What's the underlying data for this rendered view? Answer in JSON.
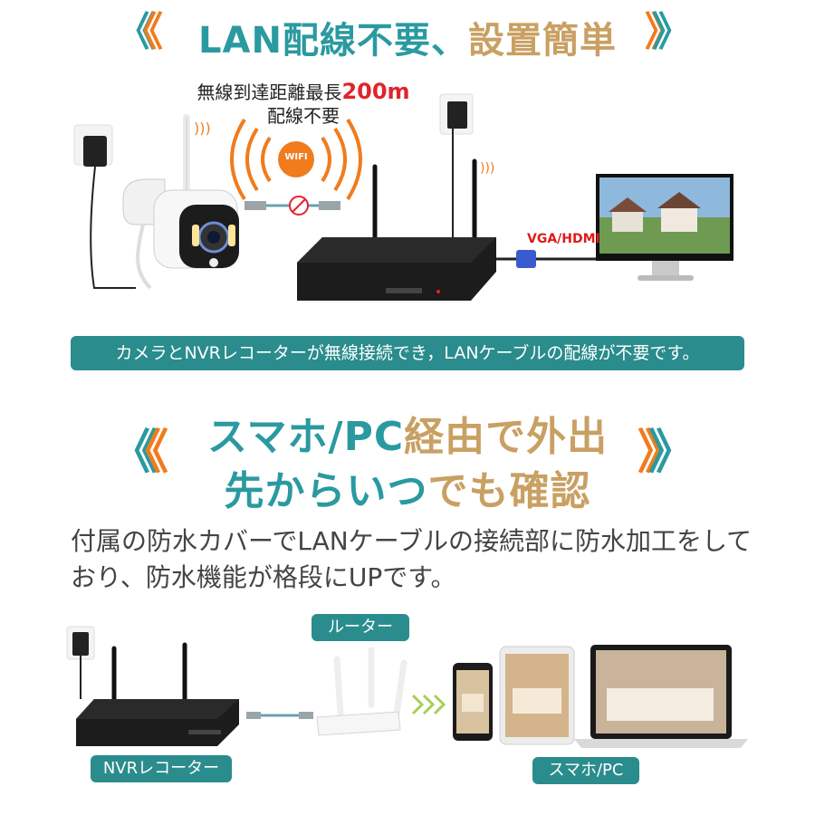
{
  "section1": {
    "title_part1": "LAN配線不要、",
    "title_part2": "設置簡単",
    "range_text": "無線到達距離最長",
    "range_value": "200m",
    "no_wiring": "配線不要",
    "wifi_label": "WIFI",
    "vga_label": "VGA/HDMI",
    "banner": "カメラとNVRレコーターが無線接続でき，LANケーブルの配線が不要です。"
  },
  "section2": {
    "title_line1_part1": "スマホ/PC",
    "title_line1_part2": "経由で外出",
    "title_line2_part1": "先からいつ",
    "title_line2_part2": "でも確認",
    "description": "付属の防水カバーでLANケーブルの接続部に防水加工をしており、防水機能が格段にUPです。",
    "router_label": "ルーター",
    "nvr_label": "NVRレコーター",
    "devices_label": "スマホ/PC"
  },
  "colors": {
    "teal": "#2a9aa0",
    "gold": "#c9a063",
    "orange": "#f07c1e",
    "red": "#e0242a"
  }
}
